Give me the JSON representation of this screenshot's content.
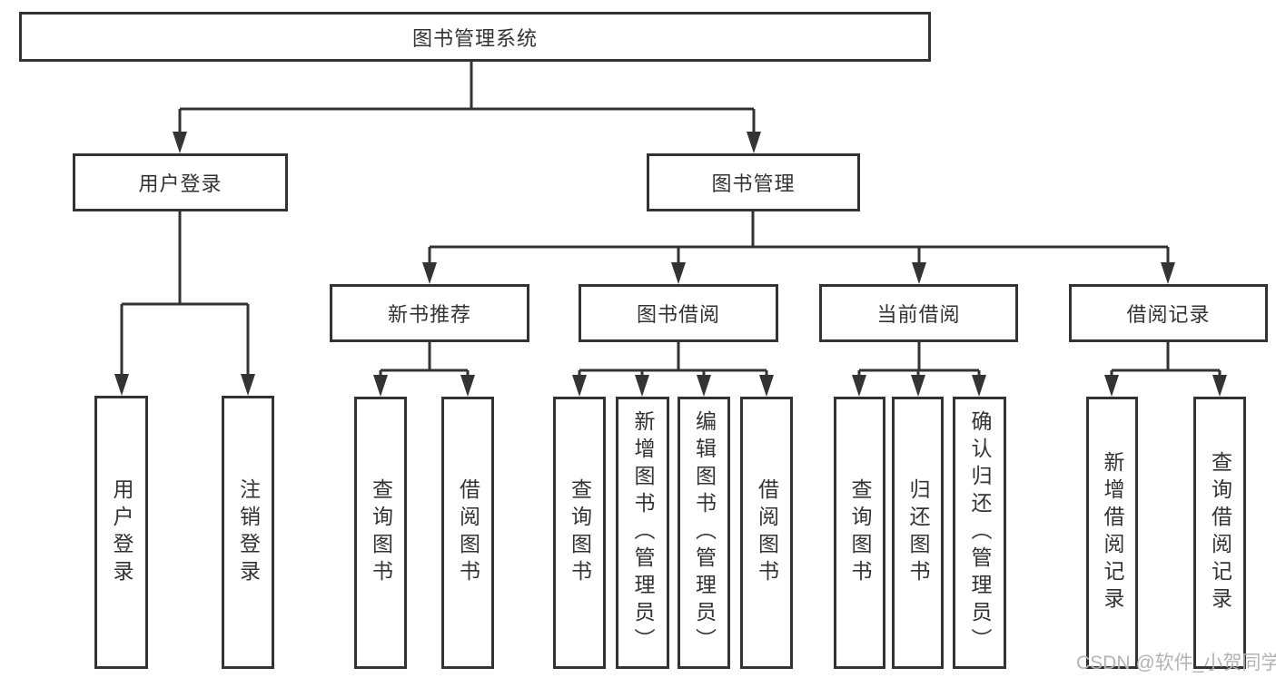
{
  "root": {
    "label": "图书管理系统"
  },
  "level2": [
    {
      "label": "用户登录"
    },
    {
      "label": "图书管理"
    }
  ],
  "level3": [
    {
      "label": "新书推荐"
    },
    {
      "label": "图书借阅"
    },
    {
      "label": "当前借阅"
    },
    {
      "label": "借阅记录"
    }
  ],
  "leaves": {
    "user_login": [
      {
        "label": "用户登录"
      },
      {
        "label": "注销登录"
      }
    ],
    "new_book": [
      {
        "label": "查询图书"
      },
      {
        "label": "借阅图书"
      }
    ],
    "book_borrow": [
      {
        "label": "查询图书"
      },
      {
        "label": "新增图书（管理员）"
      },
      {
        "label": "编辑图书（管理员）"
      },
      {
        "label": "借阅图书"
      }
    ],
    "current_borrow": [
      {
        "label": "查询图书"
      },
      {
        "label": "归还图书"
      },
      {
        "label": "确认归还（管理员）"
      }
    ],
    "borrow_record": [
      {
        "label": "新增借阅记录"
      },
      {
        "label": "查询借阅记录"
      }
    ]
  },
  "watermark": "CSDN @软件_小贺同学",
  "colors": {
    "line": "#333333",
    "text": "#333333",
    "box_background": "#ffffff",
    "page_background": "#ffffff",
    "watermark": "#b3b3b3"
  }
}
